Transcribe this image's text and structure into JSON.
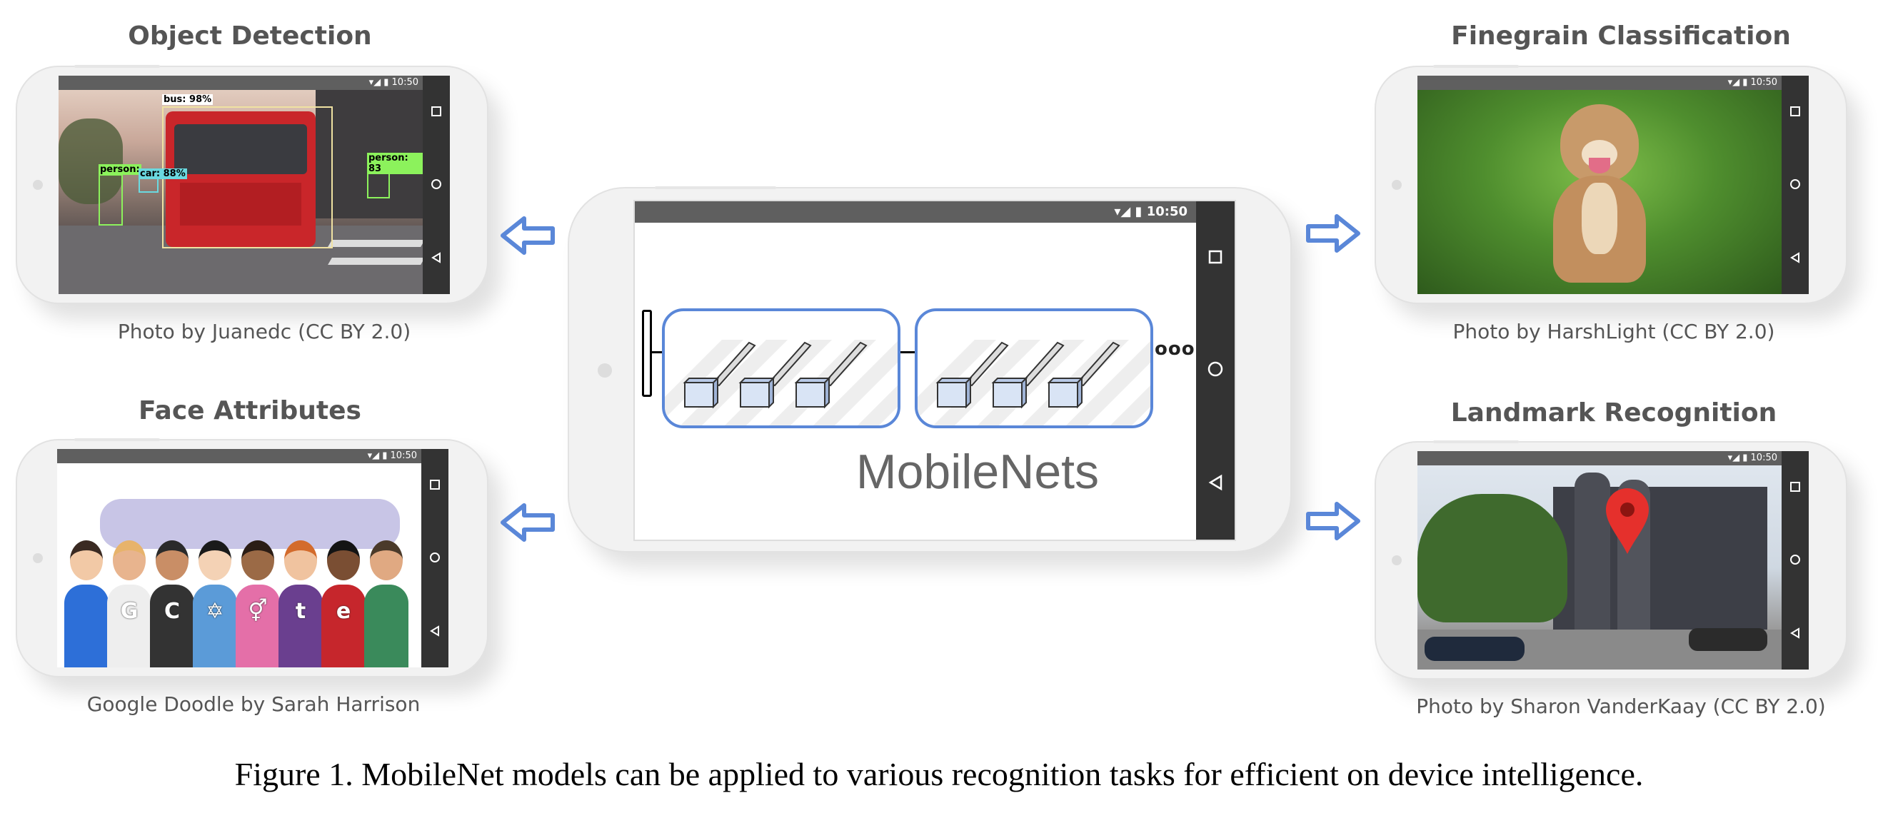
{
  "panels": {
    "top_left": {
      "title": "Object Detection",
      "credit": "Photo by Juanedc (CC BY 2.0)",
      "labels": {
        "bus": "bus: 98%",
        "person1": "person:",
        "car": "car: 88%",
        "person2": "person: 83"
      },
      "status_time": "10:50"
    },
    "bottom_left": {
      "title": "Face Attributes",
      "credit": "Google Doodle by Sarah Harrison",
      "status_time": "10:50",
      "shirt_letters": [
        "G",
        "C",
        "✡",
        "⚥",
        "t",
        "e"
      ]
    },
    "top_right": {
      "title": "Finegrain Classification",
      "credit": "Photo by HarshLight (CC BY 2.0)",
      "status_time": "10:50"
    },
    "bottom_right": {
      "title": "Landmark Recognition",
      "credit": "Photo by Sharon VanderKaay (CC BY 2.0)",
      "status_time": "10:50"
    }
  },
  "center": {
    "title": "MobileNets",
    "status_time": "10:50",
    "ellipsis": "ooo"
  },
  "figure_caption": "Figure 1. MobileNet models can be applied to various recognition tasks for efficient on device intelligence.",
  "colors": {
    "arrow": "#5a87d8",
    "block_border": "#5a87d8",
    "cube_fill": "#d9e4f5"
  }
}
